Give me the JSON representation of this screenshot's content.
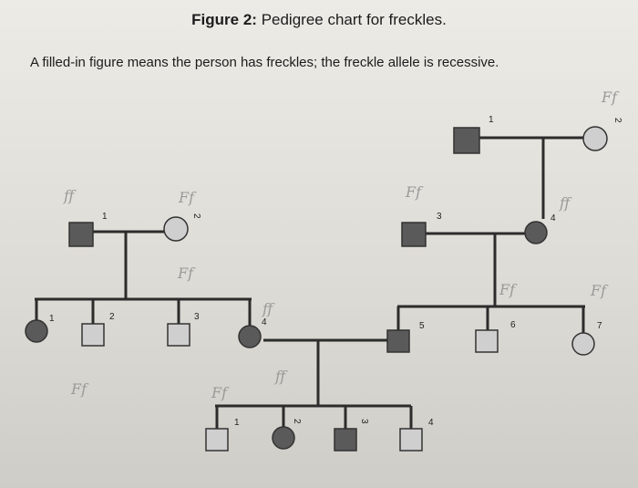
{
  "figure": {
    "label": "Figure 2:",
    "title": "Pedigree chart for freckles.",
    "caption": "A filled-in figure means the person has freckles; the freckle allele is recessive."
  },
  "colors": {
    "filled": "#5a5a5a",
    "unfilled": "#cfcfcf",
    "line": "#2c2c2c"
  },
  "individuals": [
    {
      "id": "g1-1",
      "sex": "male",
      "affected": true,
      "number": "1",
      "note": "ff"
    },
    {
      "id": "g1-2",
      "sex": "female",
      "affected": false,
      "number": "2",
      "note": "Ff"
    },
    {
      "id": "g1-3",
      "sex": "male",
      "affected": true,
      "number": "1",
      "note": ""
    },
    {
      "id": "g1-4",
      "sex": "female",
      "affected": false,
      "number": "2",
      "note": "Ff"
    },
    {
      "id": "g2-1",
      "sex": "female",
      "affected": true,
      "number": "1",
      "note": ""
    },
    {
      "id": "g2-2",
      "sex": "male",
      "affected": false,
      "number": "2",
      "note": "Ff"
    },
    {
      "id": "g2-3",
      "sex": "male",
      "affected": false,
      "number": "3",
      "note": "Ff"
    },
    {
      "id": "g2-4",
      "sex": "female",
      "affected": true,
      "number": "4",
      "note": "ff"
    },
    {
      "id": "g2-5",
      "sex": "male",
      "affected": true,
      "number": "3",
      "note": "Ff"
    },
    {
      "id": "g2-6",
      "sex": "female",
      "affected": true,
      "number": "4",
      "note": "ff"
    },
    {
      "id": "g3-1",
      "sex": "male",
      "affected": true,
      "number": "5",
      "note": ""
    },
    {
      "id": "g3-2",
      "sex": "male",
      "affected": false,
      "number": "6",
      "note": "Ff"
    },
    {
      "id": "g3-3",
      "sex": "female",
      "affected": false,
      "number": "7",
      "note": "Ff"
    },
    {
      "id": "g4-1",
      "sex": "male",
      "affected": false,
      "number": "1",
      "note": "Ff"
    },
    {
      "id": "g4-2",
      "sex": "female",
      "affected": true,
      "number": "2",
      "note": "ff"
    },
    {
      "id": "g4-3",
      "sex": "male",
      "affected": true,
      "number": "3",
      "note": ""
    },
    {
      "id": "g4-4",
      "sex": "male",
      "affected": false,
      "number": "4",
      "note": ""
    }
  ]
}
